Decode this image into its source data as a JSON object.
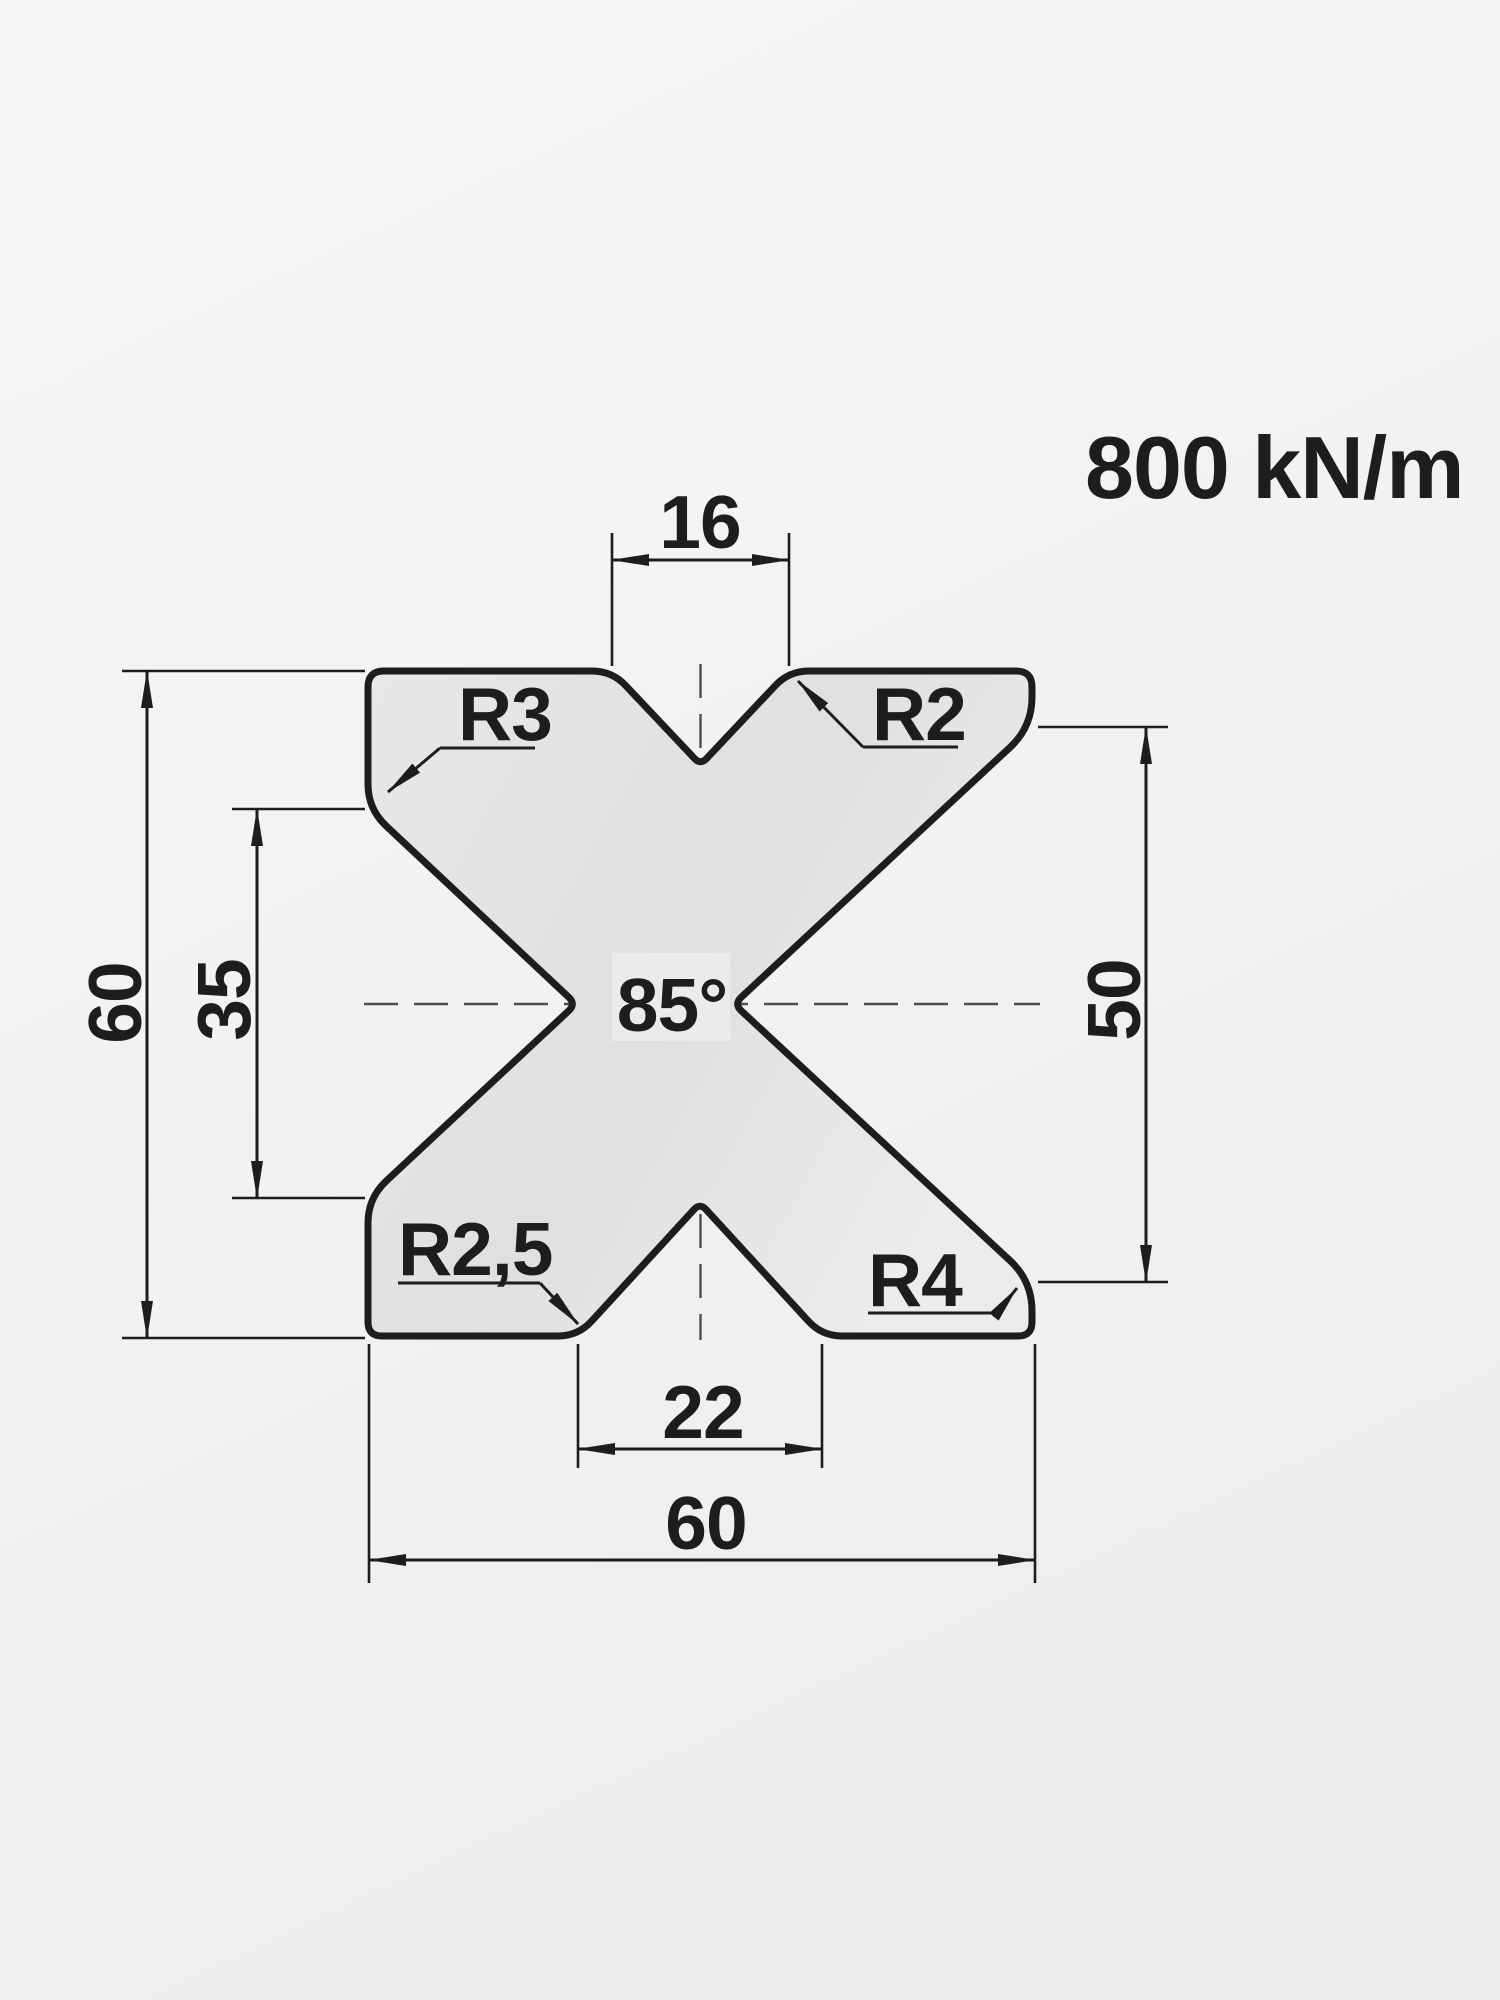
{
  "drawing": {
    "load_rating": "800 kN/m",
    "angle_label": "85°",
    "dims": {
      "top_v_width": "16",
      "body_height": "60",
      "left_v_width": "35",
      "right_v_width": "50",
      "bottom_v_width": "22",
      "body_width": "60"
    },
    "radii": {
      "top_v": "R2",
      "left_v": "R3",
      "bottom_v": "R2,5",
      "right_v": "R4"
    },
    "colors": {
      "outline": "#1d1d1b",
      "die_fill": "#e2e3e4",
      "background": "#f2f2f2",
      "centerline": "#4d4d4d",
      "text": "#1d1d1b"
    }
  }
}
